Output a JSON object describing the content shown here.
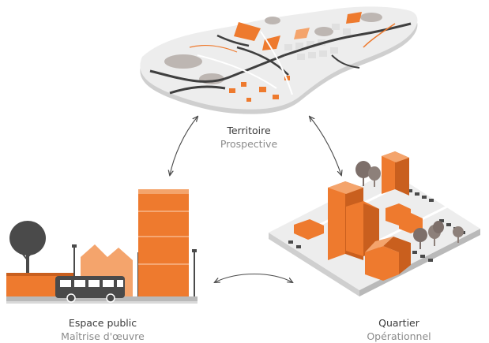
{
  "nodes": {
    "territoire": {
      "title": "Territoire",
      "subtitle": "Prospective"
    },
    "espace_public": {
      "title": "Espace public",
      "subtitle": "Maîtrise d'œuvre"
    },
    "quartier": {
      "title": "Quartier",
      "subtitle": "Opérationnel"
    }
  },
  "colors": {
    "orange": "#ee7a2e",
    "orange_dark": "#c95f1e",
    "orange_light": "#f4a46c",
    "grey_ground": "#ebebeb",
    "grey_side": "#cfcfcf",
    "dark": "#4a4a4a",
    "arrow": "#4a4a4a"
  }
}
